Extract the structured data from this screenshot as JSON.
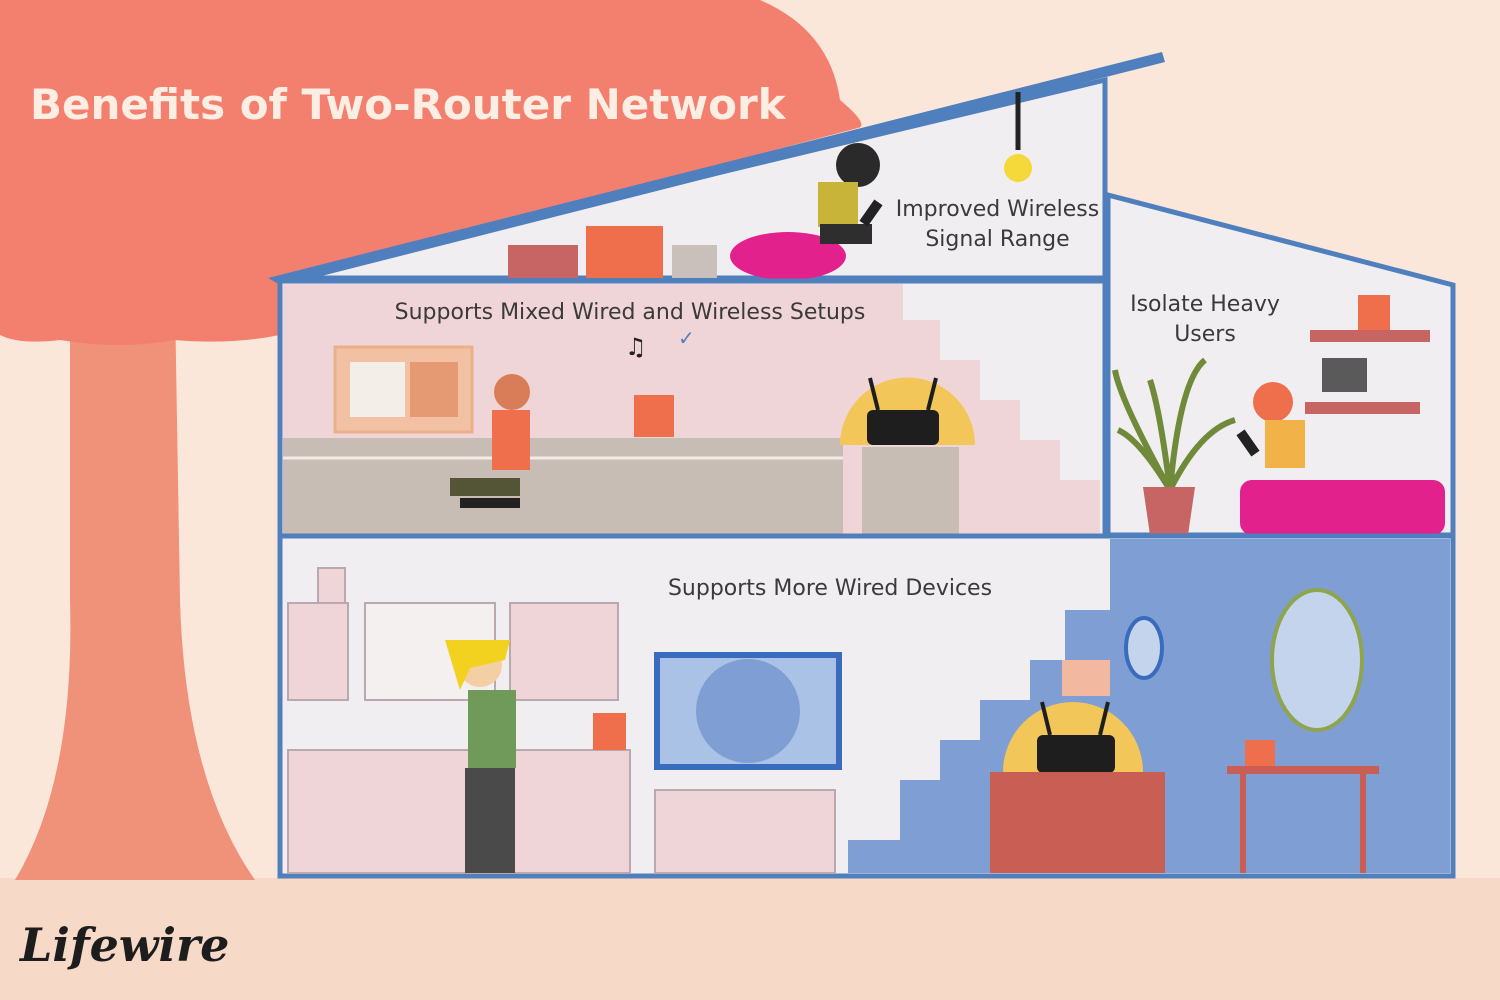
{
  "title": "Benefits of Two-Router Network",
  "labels": {
    "wireless_range_line1": "Improved Wireless",
    "wireless_range_line2": "Signal Range",
    "mixed_setups": "Supports Mixed Wired and Wireless Setups",
    "heavy_users_line1": "Isolate Heavy",
    "heavy_users_line2": "Users",
    "wired_devices": "Supports More Wired Devices"
  },
  "brand": "Lifewire",
  "colors": {
    "background": "#fbe7da",
    "tree_canopy": "#f3806f",
    "tree_trunk": "#f0927a",
    "house_outline": "#4f7fbd",
    "wall_light": "#f2f0f2",
    "room_pink": "#f0d5d8",
    "stair_blue": "#7f9fd4",
    "router_glow": "#f3c65a",
    "router": "#1e1e1e",
    "cushion_magenta": "#e2218d"
  },
  "icons": [
    "router-icon",
    "light-bulb-icon",
    "music-note-icon",
    "checkmark-icon",
    "laptop-icon",
    "tablet-icon",
    "tv-icon"
  ]
}
